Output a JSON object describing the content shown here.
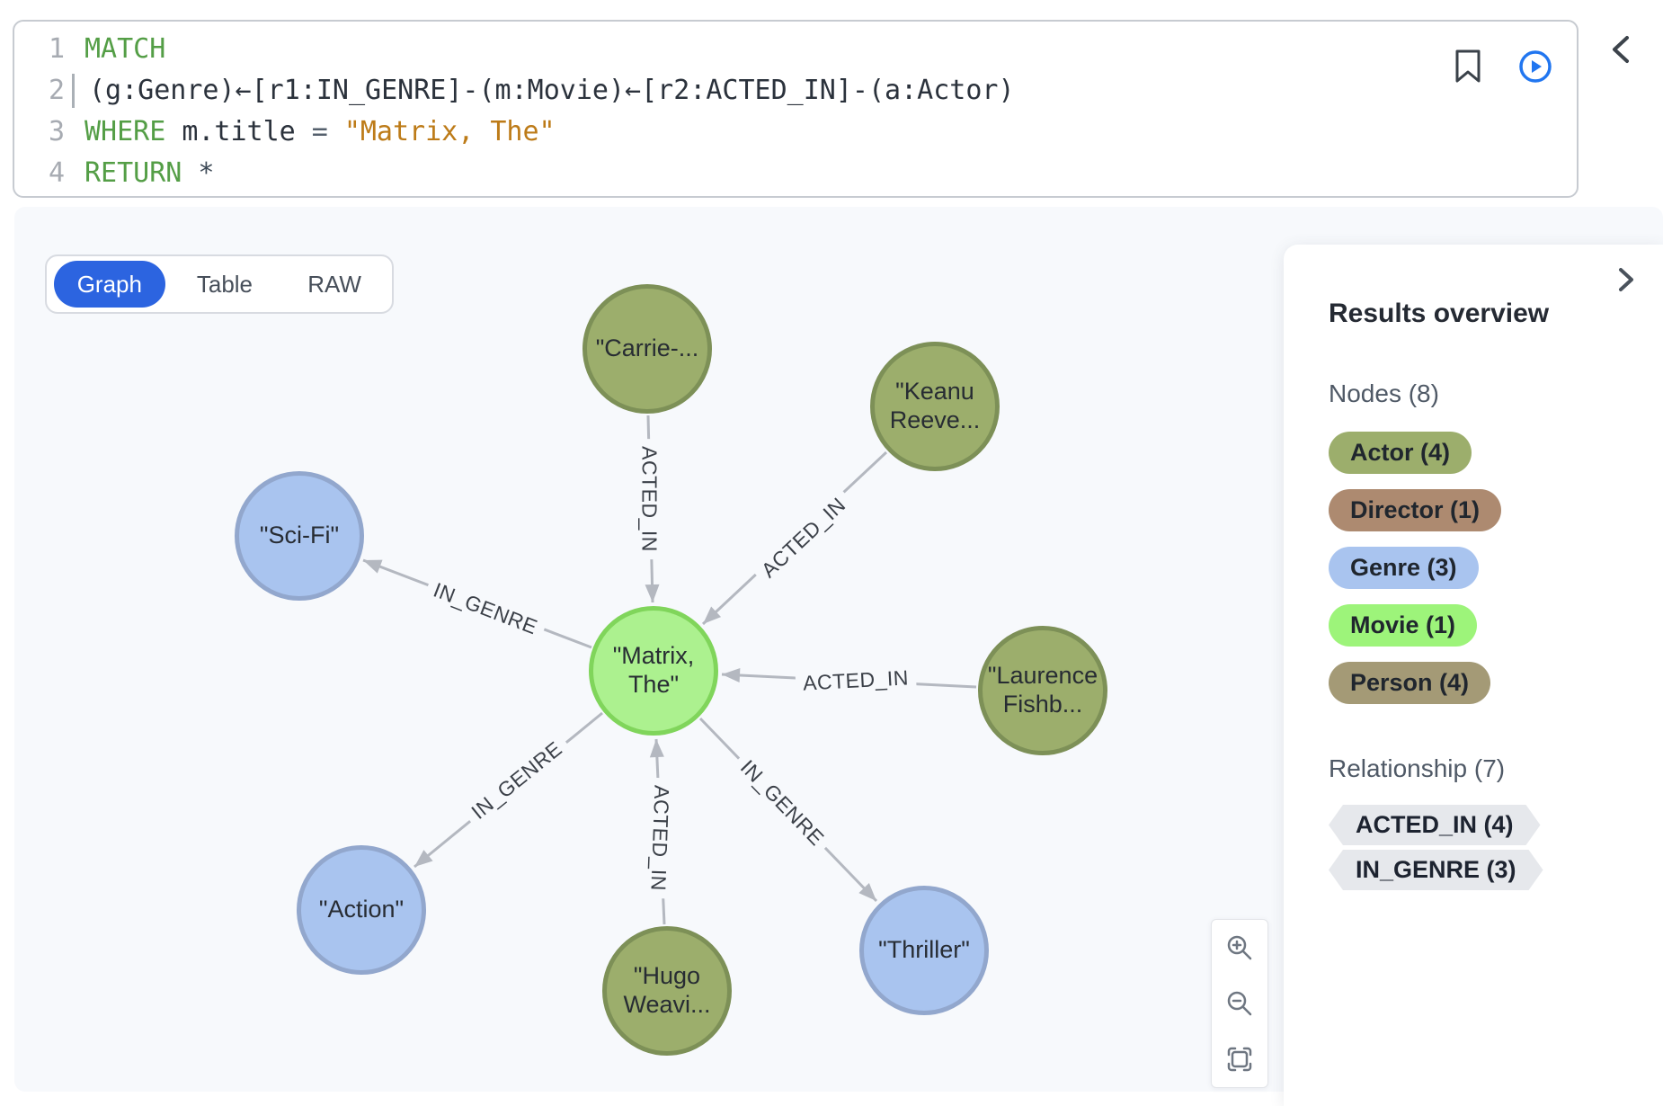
{
  "editor": {
    "line_numbers": [
      "1",
      "2",
      "3",
      "4"
    ],
    "code": {
      "line1_keyword": "MATCH",
      "line2_pattern": "(g:Genre)←[r1:IN_GENRE]-(m:Movie)←[r2:ACTED_IN]-(a:Actor)",
      "line3_keyword": "WHERE",
      "line3_property": "m.title",
      "line3_operator": "=",
      "line3_string": "\"Matrix, The\"",
      "line4_keyword": "RETURN",
      "line4_star": "*"
    },
    "icons": [
      "bookmark-icon",
      "run-query-icon",
      "collapse-editor-icon"
    ]
  },
  "view_tabs": {
    "active": "Graph",
    "graph": "Graph",
    "table": "Table",
    "raw": "RAW"
  },
  "graph": {
    "nodes": [
      {
        "id": "carrie",
        "label": "\"Carrie-...",
        "type": "person"
      },
      {
        "id": "keanu",
        "label": "\"Keanu\nReeve...",
        "type": "person"
      },
      {
        "id": "scifi",
        "label": "\"Sci-Fi\"",
        "type": "genre"
      },
      {
        "id": "matrix",
        "label": "\"Matrix,\nThe\"",
        "type": "movie"
      },
      {
        "id": "laurence",
        "label": "\"Laurence\nFishb...",
        "type": "person"
      },
      {
        "id": "action",
        "label": "\"Action\"",
        "type": "genre"
      },
      {
        "id": "hugo",
        "label": "\"Hugo\nWeavi...",
        "type": "person"
      },
      {
        "id": "thriller",
        "label": "\"Thriller\"",
        "type": "genre"
      }
    ],
    "edges": [
      {
        "from": "carrie",
        "to": "matrix",
        "label": "ACTED_IN"
      },
      {
        "from": "keanu",
        "to": "matrix",
        "label": "ACTED_IN"
      },
      {
        "from": "laurence",
        "to": "matrix",
        "label": "ACTED_IN"
      },
      {
        "from": "hugo",
        "to": "matrix",
        "label": "ACTED_IN"
      },
      {
        "from": "matrix",
        "to": "scifi",
        "label": "IN_GENRE"
      },
      {
        "from": "matrix",
        "to": "action",
        "label": "IN_GENRE"
      },
      {
        "from": "matrix",
        "to": "thriller",
        "label": "IN_GENRE"
      }
    ],
    "node_colors": {
      "person_fill": "#9cae6c",
      "person_border": "#7d9057",
      "genre_fill": "#a9c4ef",
      "genre_border": "#92a7cd",
      "movie_fill": "#acf18f",
      "movie_border": "#80d55b",
      "edge_color": "#b4b8c0"
    },
    "zoom_controls": [
      "zoom-in",
      "zoom-out",
      "fit-to-view"
    ]
  },
  "results_panel": {
    "title": "Results overview",
    "nodes_section": {
      "label": "Nodes (8)",
      "badges": [
        {
          "label": "Actor (4)",
          "color": "#9cae6c"
        },
        {
          "label": "Director (1)",
          "color": "#ad8a70"
        },
        {
          "label": "Genre (3)",
          "color": "#a9c4ef"
        },
        {
          "label": "Movie (1)",
          "color": "#9df47a"
        },
        {
          "label": "Person (4)",
          "color": "#a49a76"
        }
      ]
    },
    "relationships_section": {
      "label": "Relationship (7)",
      "chips": [
        {
          "label": "ACTED_IN (4)",
          "color": "#e6e8ec"
        },
        {
          "label": "IN_GENRE (3)",
          "color": "#e6e8ec"
        }
      ]
    }
  },
  "accent_colors": {
    "active_tab_blue": "#2c64e0",
    "run_button_blue": "#2176f0",
    "keyword_green": "#549e46",
    "string_orange": "#bd7b18",
    "canvas_background": "#f7f9fc"
  }
}
